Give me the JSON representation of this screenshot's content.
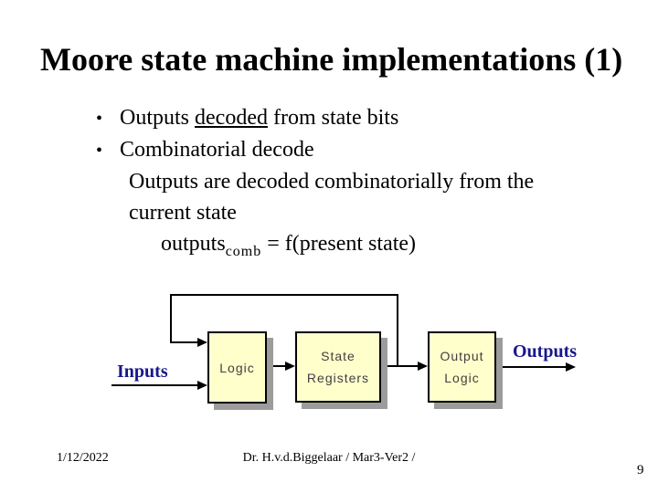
{
  "slide": {
    "title": "Moore state machine implementations (1)",
    "bullet_char": "•",
    "bullet1": {
      "pre": "Outputs ",
      "underlined": "decoded",
      "post": " from state bits"
    },
    "bullet2": "Combinatorial decode",
    "sub_line1": "Outputs are decoded combinatorially from the",
    "sub_line2": "current state",
    "equation": {
      "base": "outputs",
      "sub": "comb",
      "rest": " = f(present state)"
    }
  },
  "diagram": {
    "inputs_label": "Inputs",
    "outputs_label": "Outputs",
    "boxes": [
      {
        "name": "logic",
        "lines": [
          "Logic"
        ]
      },
      {
        "name": "state-registers",
        "lines": [
          "State",
          "Registers"
        ]
      },
      {
        "name": "output-logic",
        "lines": [
          "Output",
          "Logic"
        ]
      }
    ],
    "colors": {
      "box_fill": "#FFFFCC",
      "box_border": "#000000",
      "box_shadow": "#9C9C9C",
      "box_text": "#404040",
      "io_label_blue": "#18188C",
      "arrow": "#000000"
    }
  },
  "footer": {
    "date": "1/12/2022",
    "credit": "Dr. H.v.d.Biggelaar / Mar3-Ver2 /",
    "page_number": "9"
  }
}
